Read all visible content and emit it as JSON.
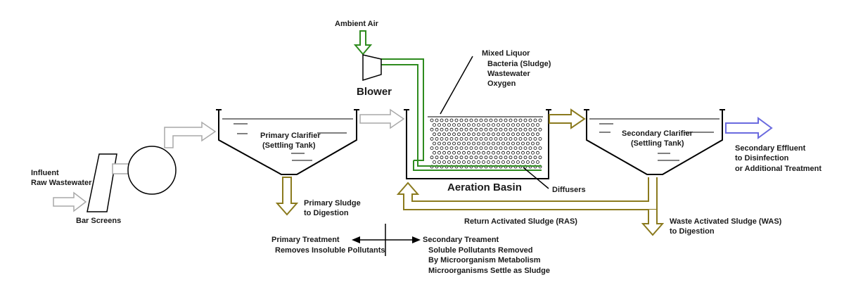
{
  "labels": {
    "ambient_air": "Ambient Air",
    "blower": "Blower",
    "mixed_liquor": "Mixed Liquor",
    "bacteria": "Bacteria (Sludge)",
    "wastewater": "Wastewater",
    "oxygen": "Oxygen",
    "primary_clarifier": "Primary Clarifier",
    "primary_clarifier_sub": "(Settling Tank)",
    "secondary_clarifier": "Secondary Clarifier",
    "secondary_clarifier_sub": "(Settling Tank)",
    "influent": "Influent",
    "raw_wastewater": "Raw Wastewater",
    "bar_screens": "Bar Screens",
    "aeration_basin": "Aeration Basin",
    "diffusers": "Diffusers",
    "primary_sludge": "Primary Sludge",
    "to_digestion_1": "to Digestion",
    "return_sludge": "Return Activated Sludge (RAS)",
    "waste_sludge": "Waste Activated Sludge (WAS)",
    "to_digestion_2": "to Digestion",
    "secondary_effluent": "Secondary Effluent",
    "to_disinfection": "to Disinfection",
    "additional_treatment": "or Additional Treatment",
    "primary_treatment": "Primary Treatment",
    "removes_insoluble": "Removes Insoluble Pollutants",
    "secondary_treatment": "Secondary Treament",
    "soluble_removed": "Soluble Pollutants Removed",
    "by_metabolism": "By Microorganism Metabolism",
    "settle_sludge": "Microorganisms Settle as Sludge"
  },
  "colors": {
    "air": "#2e8b1e",
    "sludge": "#8b7a1e",
    "flow": "#a8a8a8",
    "effluent": "#6a6adf",
    "equipment": "#000000"
  }
}
